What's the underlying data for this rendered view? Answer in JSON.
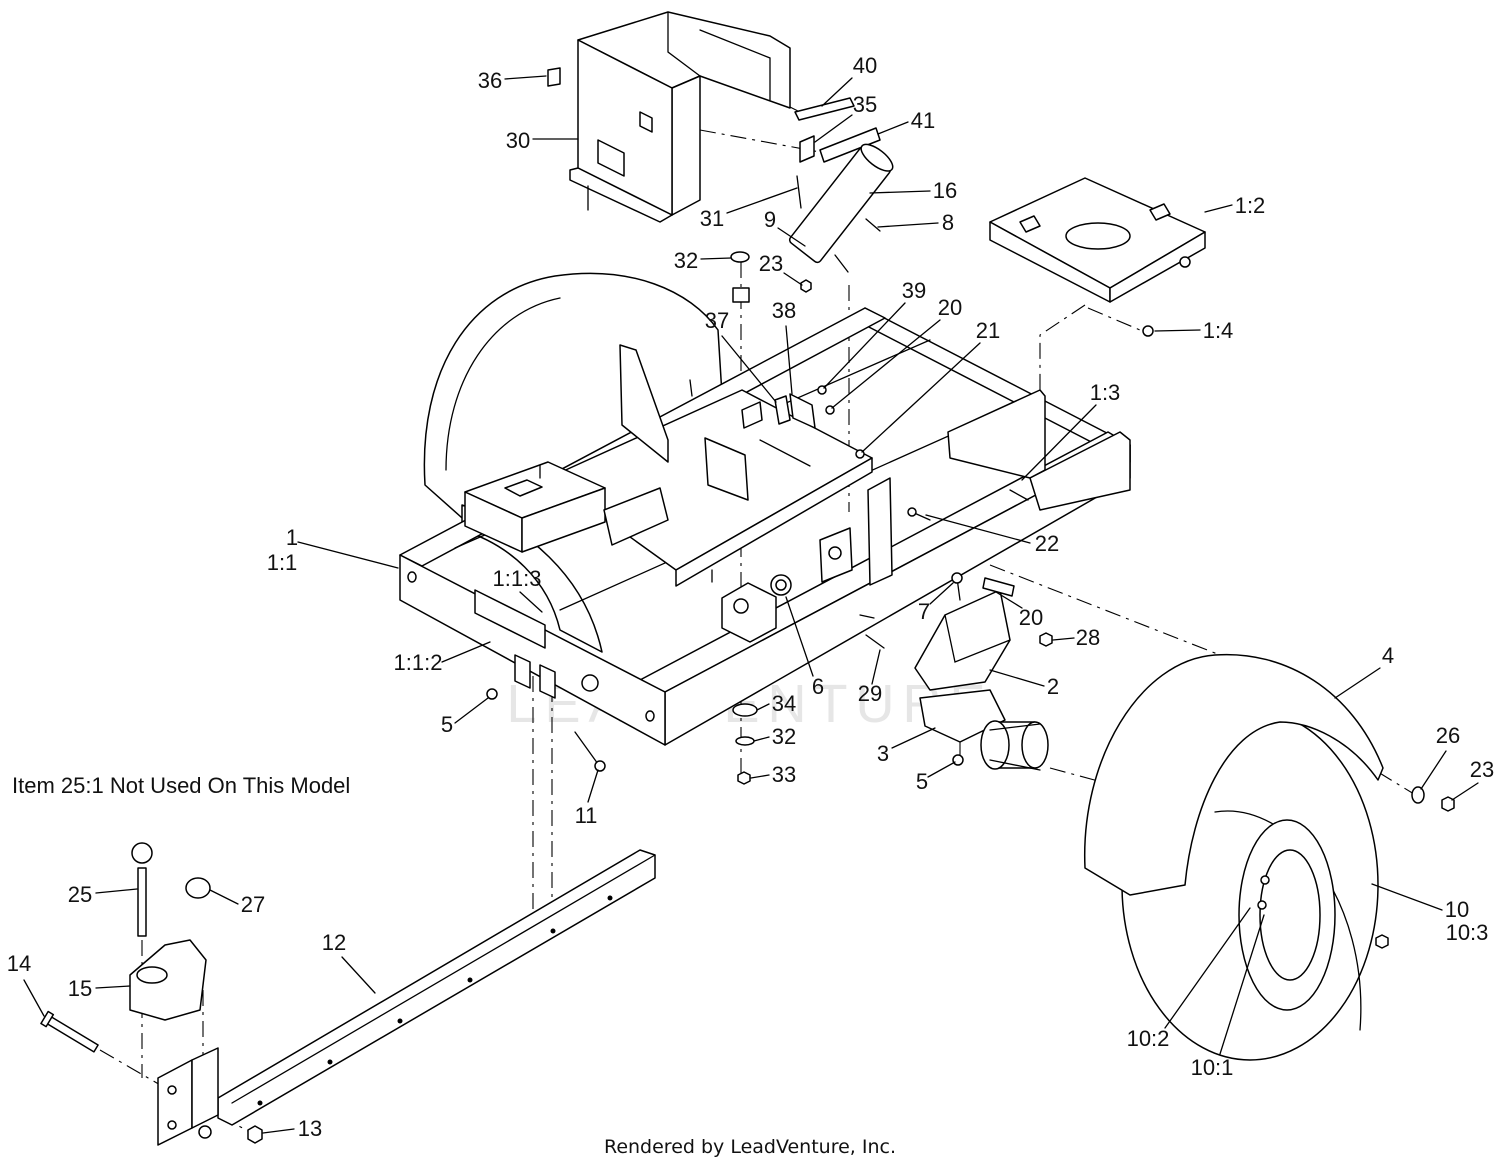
{
  "callouts": [
    "36",
    "30",
    "40",
    "35",
    "41",
    "16",
    "8",
    "31",
    "9",
    "32",
    "23",
    "1:2",
    "1:4",
    "39",
    "20",
    "21",
    "37",
    "38",
    "1:3",
    "22",
    "1",
    "1:1",
    "1:1:3",
    "1:1:2",
    "5",
    "6",
    "7",
    "20",
    "28",
    "2",
    "29",
    "34",
    "32",
    "33",
    "3",
    "5",
    "4",
    "26",
    "23",
    "11",
    "25",
    "27",
    "12",
    "14",
    "15",
    "13",
    "10",
    "10:3",
    "10:2",
    "10:1"
  ],
  "note": "Item 25:1 Not Used On This Model",
  "footer": "Rendered by LeadVenture, Inc.",
  "watermark": "LEADVENTURE"
}
